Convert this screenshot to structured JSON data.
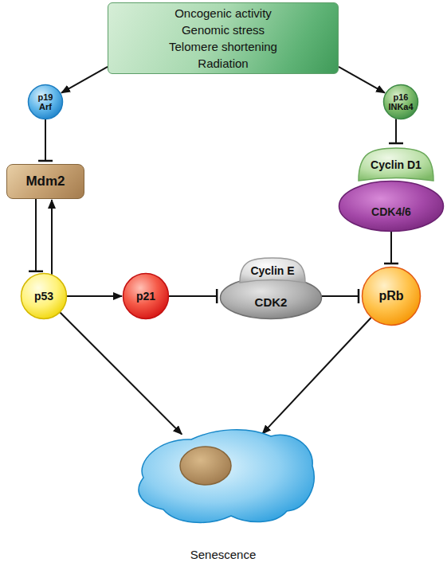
{
  "diagram": {
    "nodes": [
      {
        "text": [
          "Oncogenic activity",
          "Genomic stress",
          "Telomere shortening",
          "Radiation"
        ]
      },
      {
        "text": [
          "p19 Arf"
        ]
      },
      {
        "text": [
          "p16 INKa4"
        ]
      },
      {
        "text": [
          "Mdm2"
        ]
      },
      {
        "text": [
          "Cyclin D1"
        ]
      },
      {
        "text": [
          "CDK4/6"
        ]
      },
      {
        "text": [
          "p53"
        ]
      },
      {
        "text": [
          "p21"
        ]
      },
      {
        "text": [
          "Cyclin E"
        ]
      },
      {
        "text": [
          "CDK2"
        ]
      },
      {
        "text": [
          "pRb"
        ]
      },
      {
        "text": [
          "Senescence"
        ]
      }
    ],
    "edges": [
      {
        "from": 0,
        "to": 1,
        "arrow": "to"
      },
      {
        "from": 1,
        "to": 3,
        "arrow": "to"
      },
      {
        "from": 0,
        "to": 2,
        "arrow": "to"
      },
      {
        "from": 2,
        "to": 4,
        "arrow": "to"
      },
      {
        "from": 3,
        "to": 6,
        "arrow": "to"
      },
      {
        "from": 6,
        "to": 3,
        "arrow": "to"
      },
      {
        "from": 5,
        "to": 10,
        "arrow": "to"
      },
      {
        "from": 6,
        "to": 7,
        "arrow": "to"
      },
      {
        "from": 7,
        "to": 9,
        "arrow": "to"
      },
      {
        "from": 9,
        "to": 10,
        "arrow": "to"
      },
      {
        "from": 6,
        "to": 11,
        "arrow": "to"
      },
      {
        "from": 10,
        "to": 11,
        "arrow": "to"
      }
    ]
  }
}
